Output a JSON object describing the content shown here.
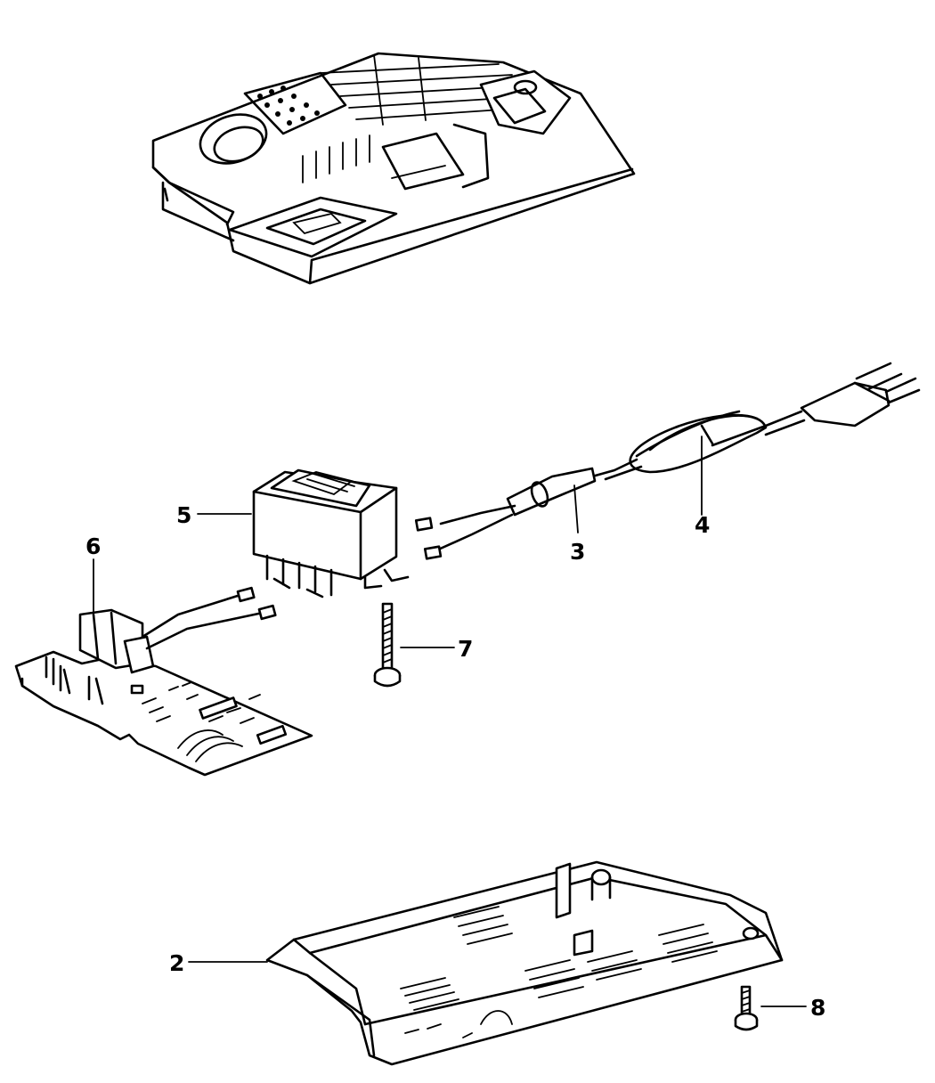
{
  "diagram": {
    "callouts": [
      {
        "id": "2",
        "label": "2"
      },
      {
        "id": "3",
        "label": "3"
      },
      {
        "id": "4",
        "label": "4"
      },
      {
        "id": "5",
        "label": "5"
      },
      {
        "id": "6",
        "label": "6"
      },
      {
        "id": "7",
        "label": "7"
      },
      {
        "id": "8",
        "label": "8"
      }
    ],
    "colors": {
      "ink": "#000000",
      "paper": "#ffffff"
    }
  }
}
